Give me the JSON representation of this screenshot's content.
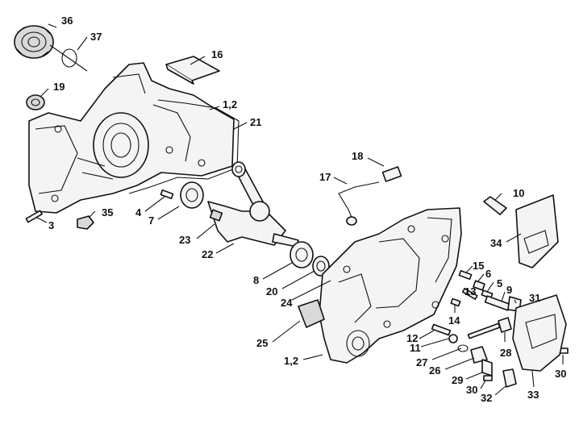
{
  "callouts": {
    "c36": "36",
    "c37": "37",
    "c16": "16",
    "c19": "19",
    "c12a": "1,2",
    "c21": "21",
    "c18": "18",
    "c17": "17",
    "c10": "10",
    "c4": "4",
    "c7": "7",
    "c35": "35",
    "c3": "3",
    "c23": "23",
    "c22": "22",
    "c34": "34",
    "c8": "8",
    "c20": "20",
    "c24": "24",
    "c15": "15",
    "c6": "6",
    "c5": "5",
    "c9": "9",
    "c13": "13",
    "c31": "31",
    "c14": "14",
    "c25": "25",
    "c12": "12",
    "c11": "11",
    "c28": "28",
    "c12b": "1,2",
    "c27": "27",
    "c26": "26",
    "c29": "29",
    "c30a": "30",
    "c30b": "30",
    "c32": "32",
    "c33": "33"
  }
}
